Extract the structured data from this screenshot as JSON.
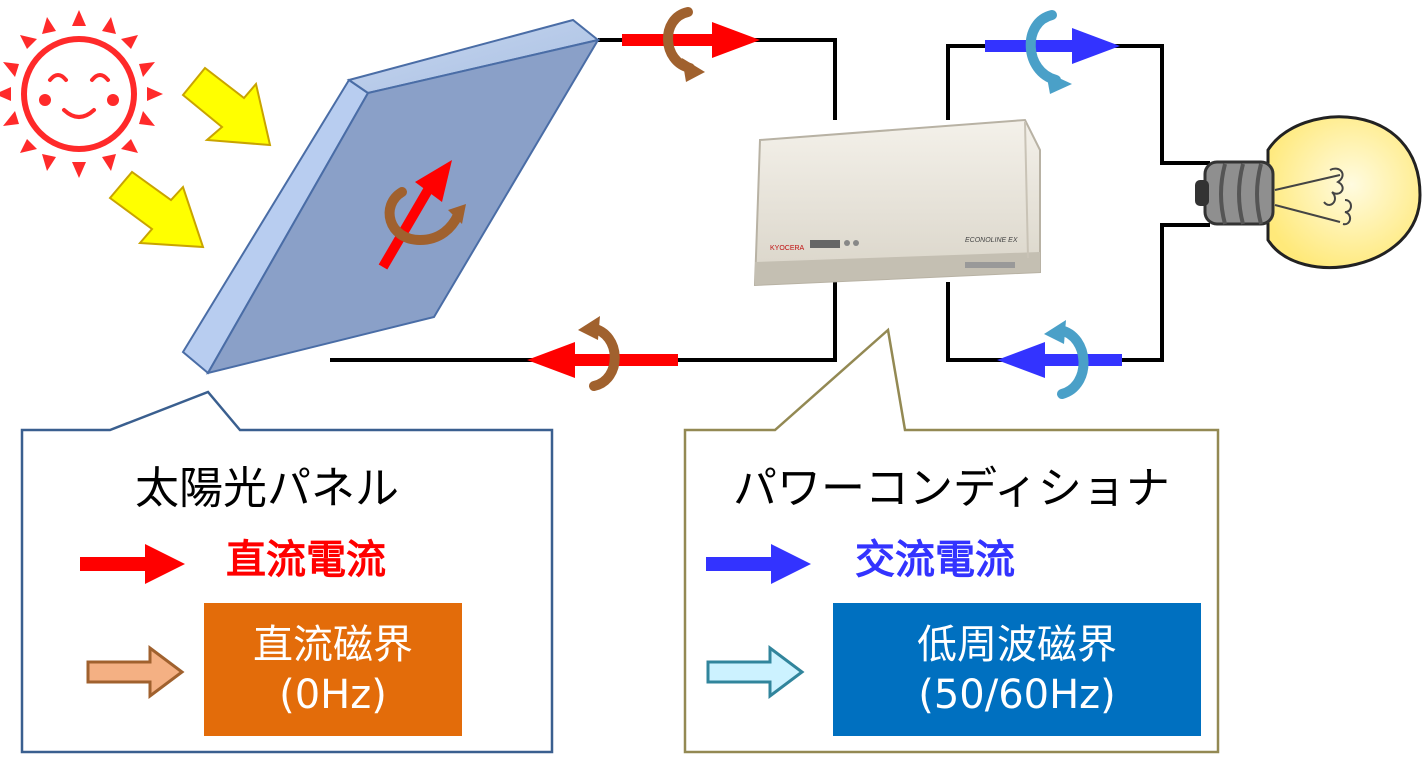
{
  "solar_panel": {
    "title": "太陽光パネル",
    "dc_current": "直流電流",
    "dc_field_line1": "直流磁界",
    "dc_field_line2": "(0Hz)"
  },
  "power_conditioner": {
    "title": "パワーコンディショナ",
    "ac_current": "交流電流",
    "lf_field_line1": "低周波磁界",
    "lf_field_line2": "(50/60Hz)",
    "brand": "KYOCERA",
    "model": "ECONOLINE EX"
  },
  "colors": {
    "dc_current": "#ff0000",
    "dc_field": "#b06a30",
    "ac_current": "#3333ff",
    "ac_field": "#4aa0c8",
    "dc_box": "#e36c0a",
    "ac_box": "#0070c0",
    "sun": "#ff2a2a",
    "sun_arrow": "#ffff00"
  }
}
